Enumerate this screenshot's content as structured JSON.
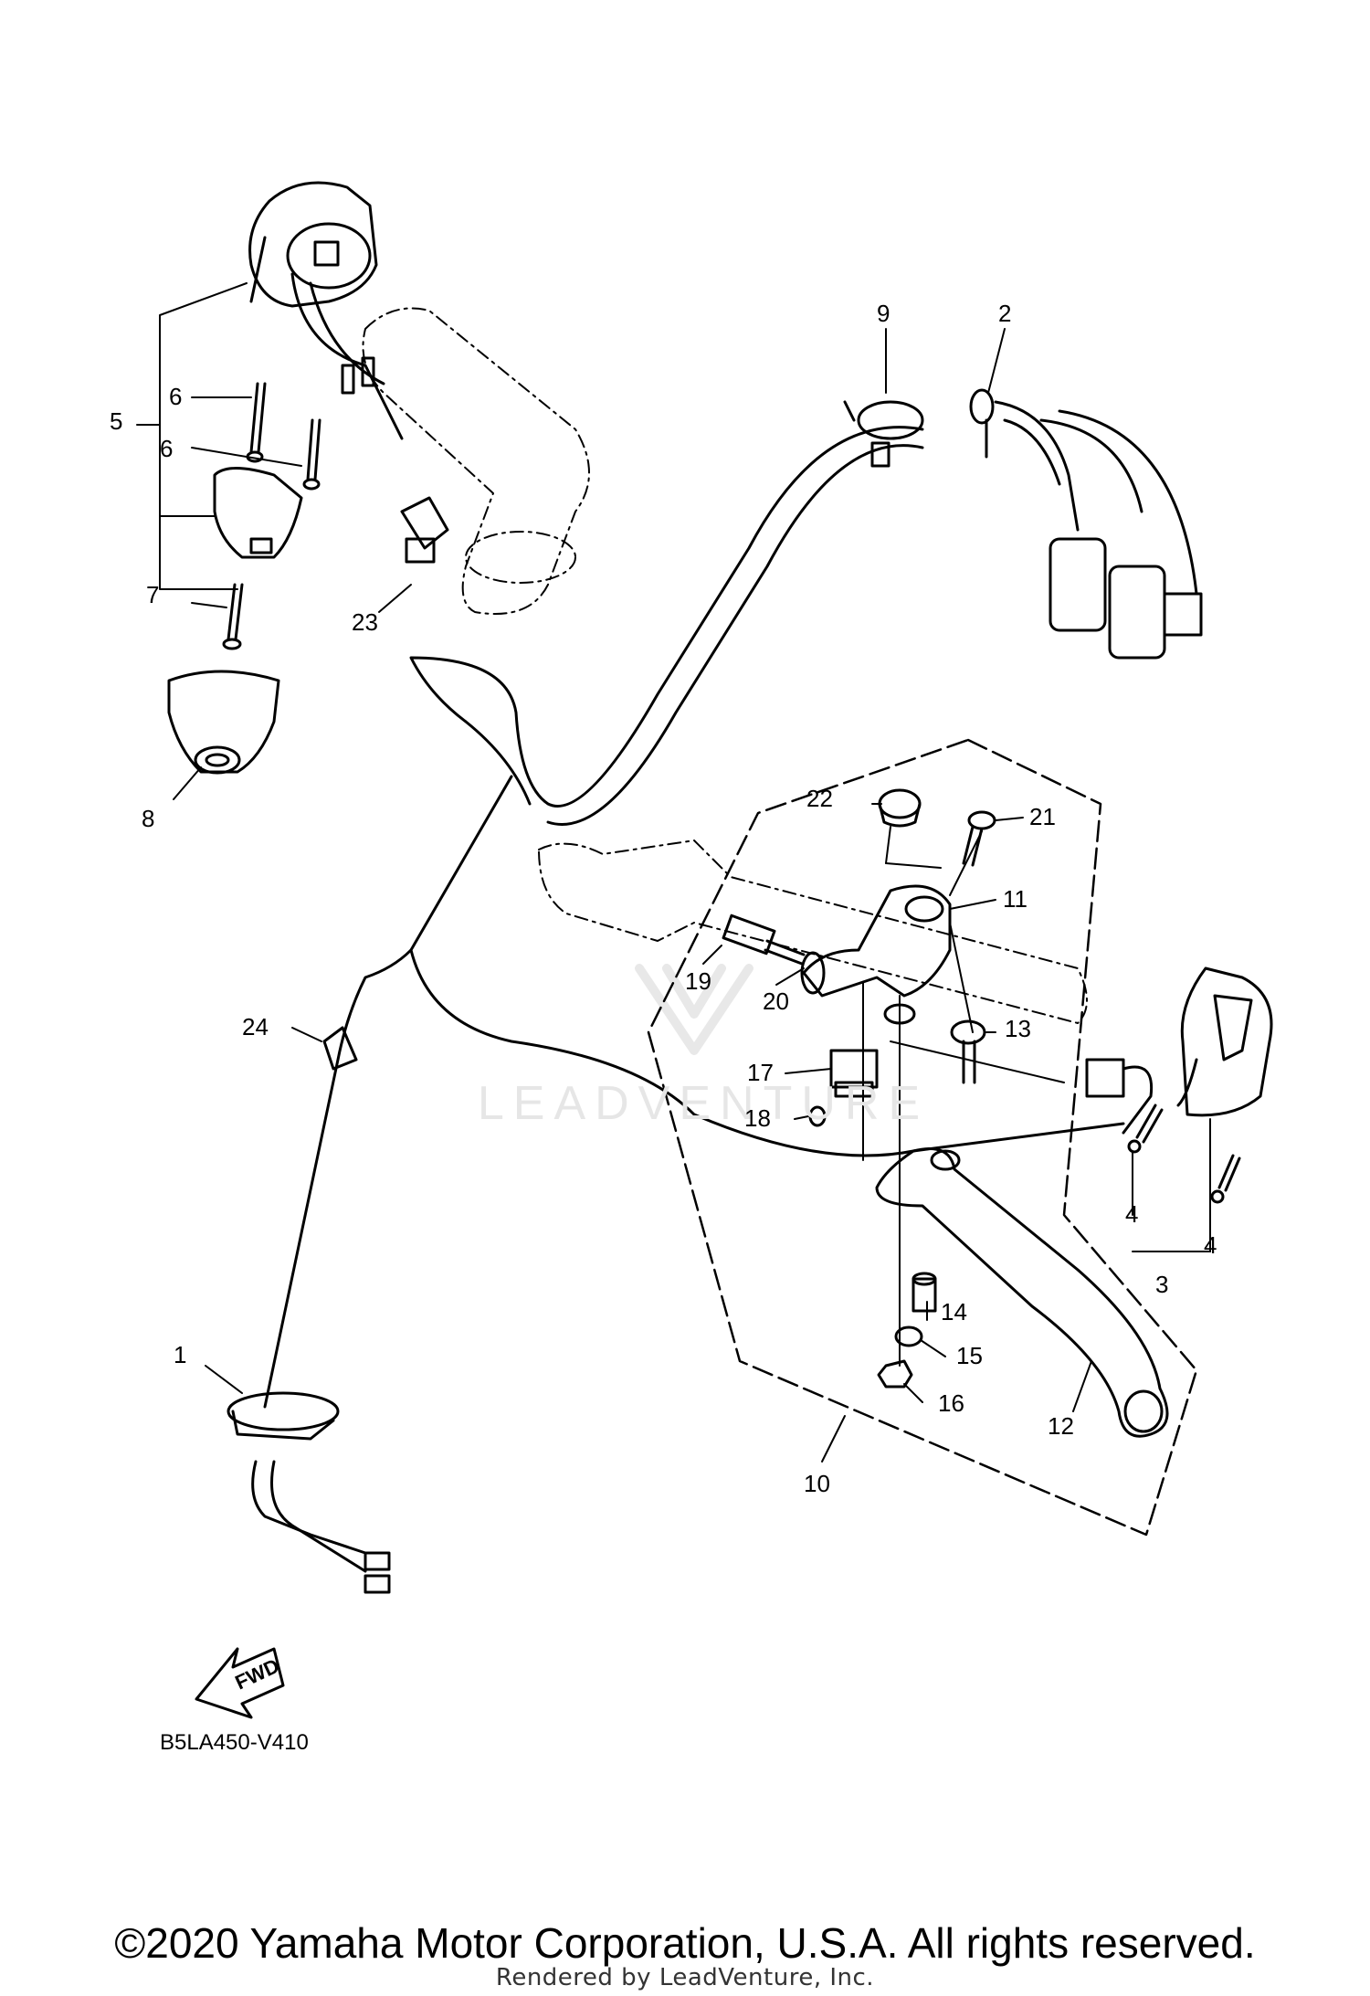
{
  "diagram_code": "B5LA450-V410",
  "fwd_label": "FWD",
  "watermark_text": "LEADVENTURE",
  "copyright": "©2020 Yamaha Motor Corporation, U.S.A. All rights reserved.",
  "rendered_by": "Rendered by LeadVenture, Inc.",
  "callouts": [
    "1",
    "2",
    "3",
    "4",
    "5",
    "6",
    "7",
    "8",
    "9",
    "10",
    "11",
    "12",
    "13",
    "14",
    "15",
    "16",
    "17",
    "18",
    "19",
    "20",
    "21",
    "22",
    "23",
    "24"
  ]
}
